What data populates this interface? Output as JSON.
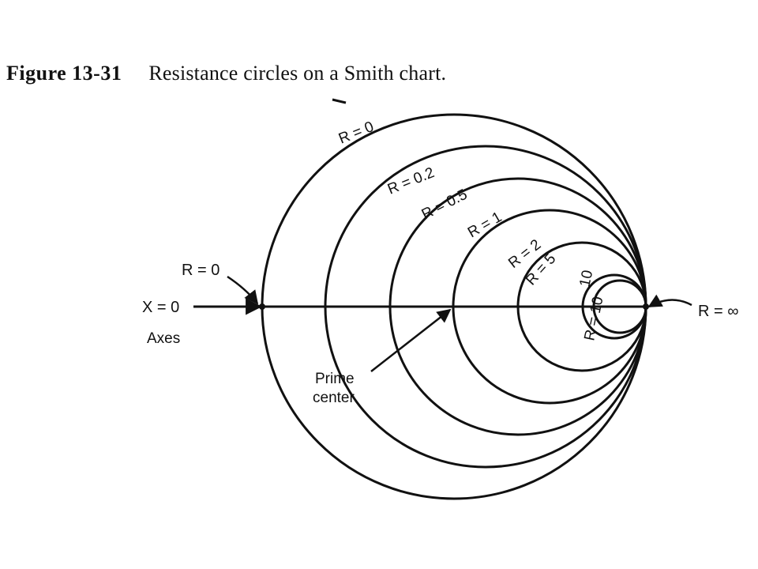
{
  "caption": {
    "figure_label": "Figure 13-31",
    "figure_text": "Resistance circles on a Smith chart."
  },
  "diagram": {
    "circles": [
      {
        "r_value": 0,
        "label": "R = 0"
      },
      {
        "r_value": 0.2,
        "label": "R = 0.2"
      },
      {
        "r_value": 0.5,
        "label": "R = 0.5"
      },
      {
        "r_value": 1,
        "label": "R = 1"
      },
      {
        "r_value": 2,
        "label": "R = 2"
      },
      {
        "r_value": 5,
        "label": "R = 5"
      },
      {
        "r_value": 10,
        "label": "R = 10"
      }
    ],
    "extra_label_r10": "10",
    "callouts": {
      "r0_left": "R = 0",
      "x0": "X = 0",
      "axes": "Axes",
      "r_inf": "R = ∞",
      "prime_line1": "Prime",
      "prime_line2": "center"
    },
    "line_color": "#111111"
  }
}
